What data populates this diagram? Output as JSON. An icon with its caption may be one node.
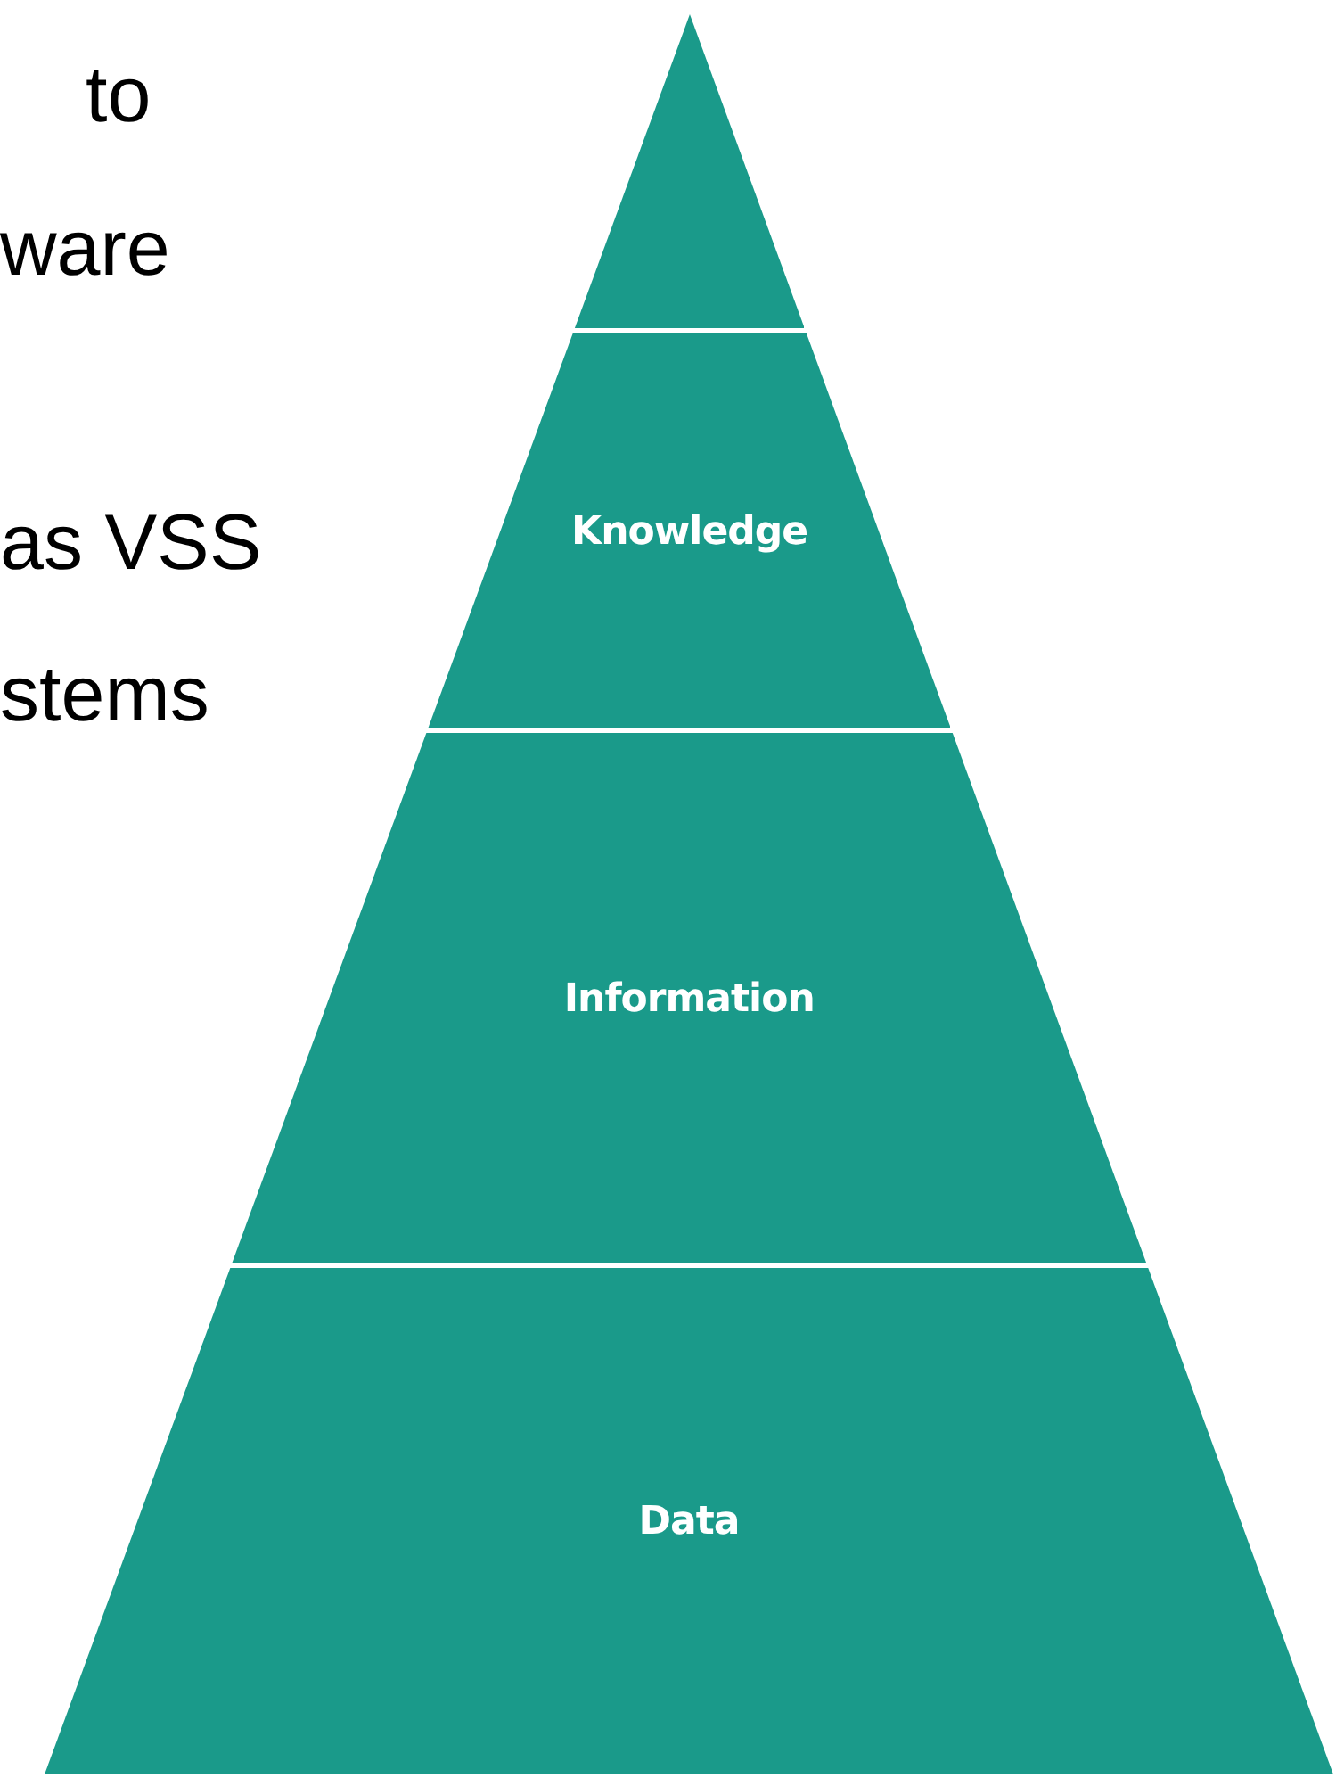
{
  "diagram": {
    "nodes": [
      {
        "text": [],
        "shape": "triangle"
      },
      {
        "text": [
          "Knowledge"
        ]
      },
      {
        "text": [
          "Information"
        ]
      },
      {
        "text": [
          "Data"
        ]
      }
    ],
    "labels": [
      "to",
      "ware",
      "as VSS",
      "stems"
    ]
  }
}
